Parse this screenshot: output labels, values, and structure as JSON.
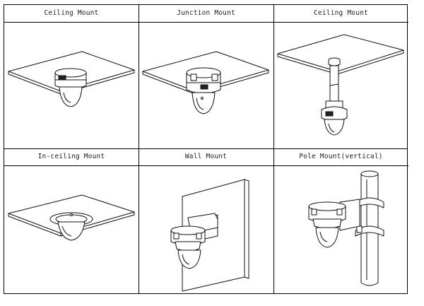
{
  "panels": [
    {
      "label": "Ceiling Mount"
    },
    {
      "label": "Junction Mount"
    },
    {
      "label": "Ceiling Mount"
    },
    {
      "label": "In-ceiling Mount"
    },
    {
      "label": "Wall Mount"
    },
    {
      "label": "Pole Mount(vertical)"
    }
  ]
}
